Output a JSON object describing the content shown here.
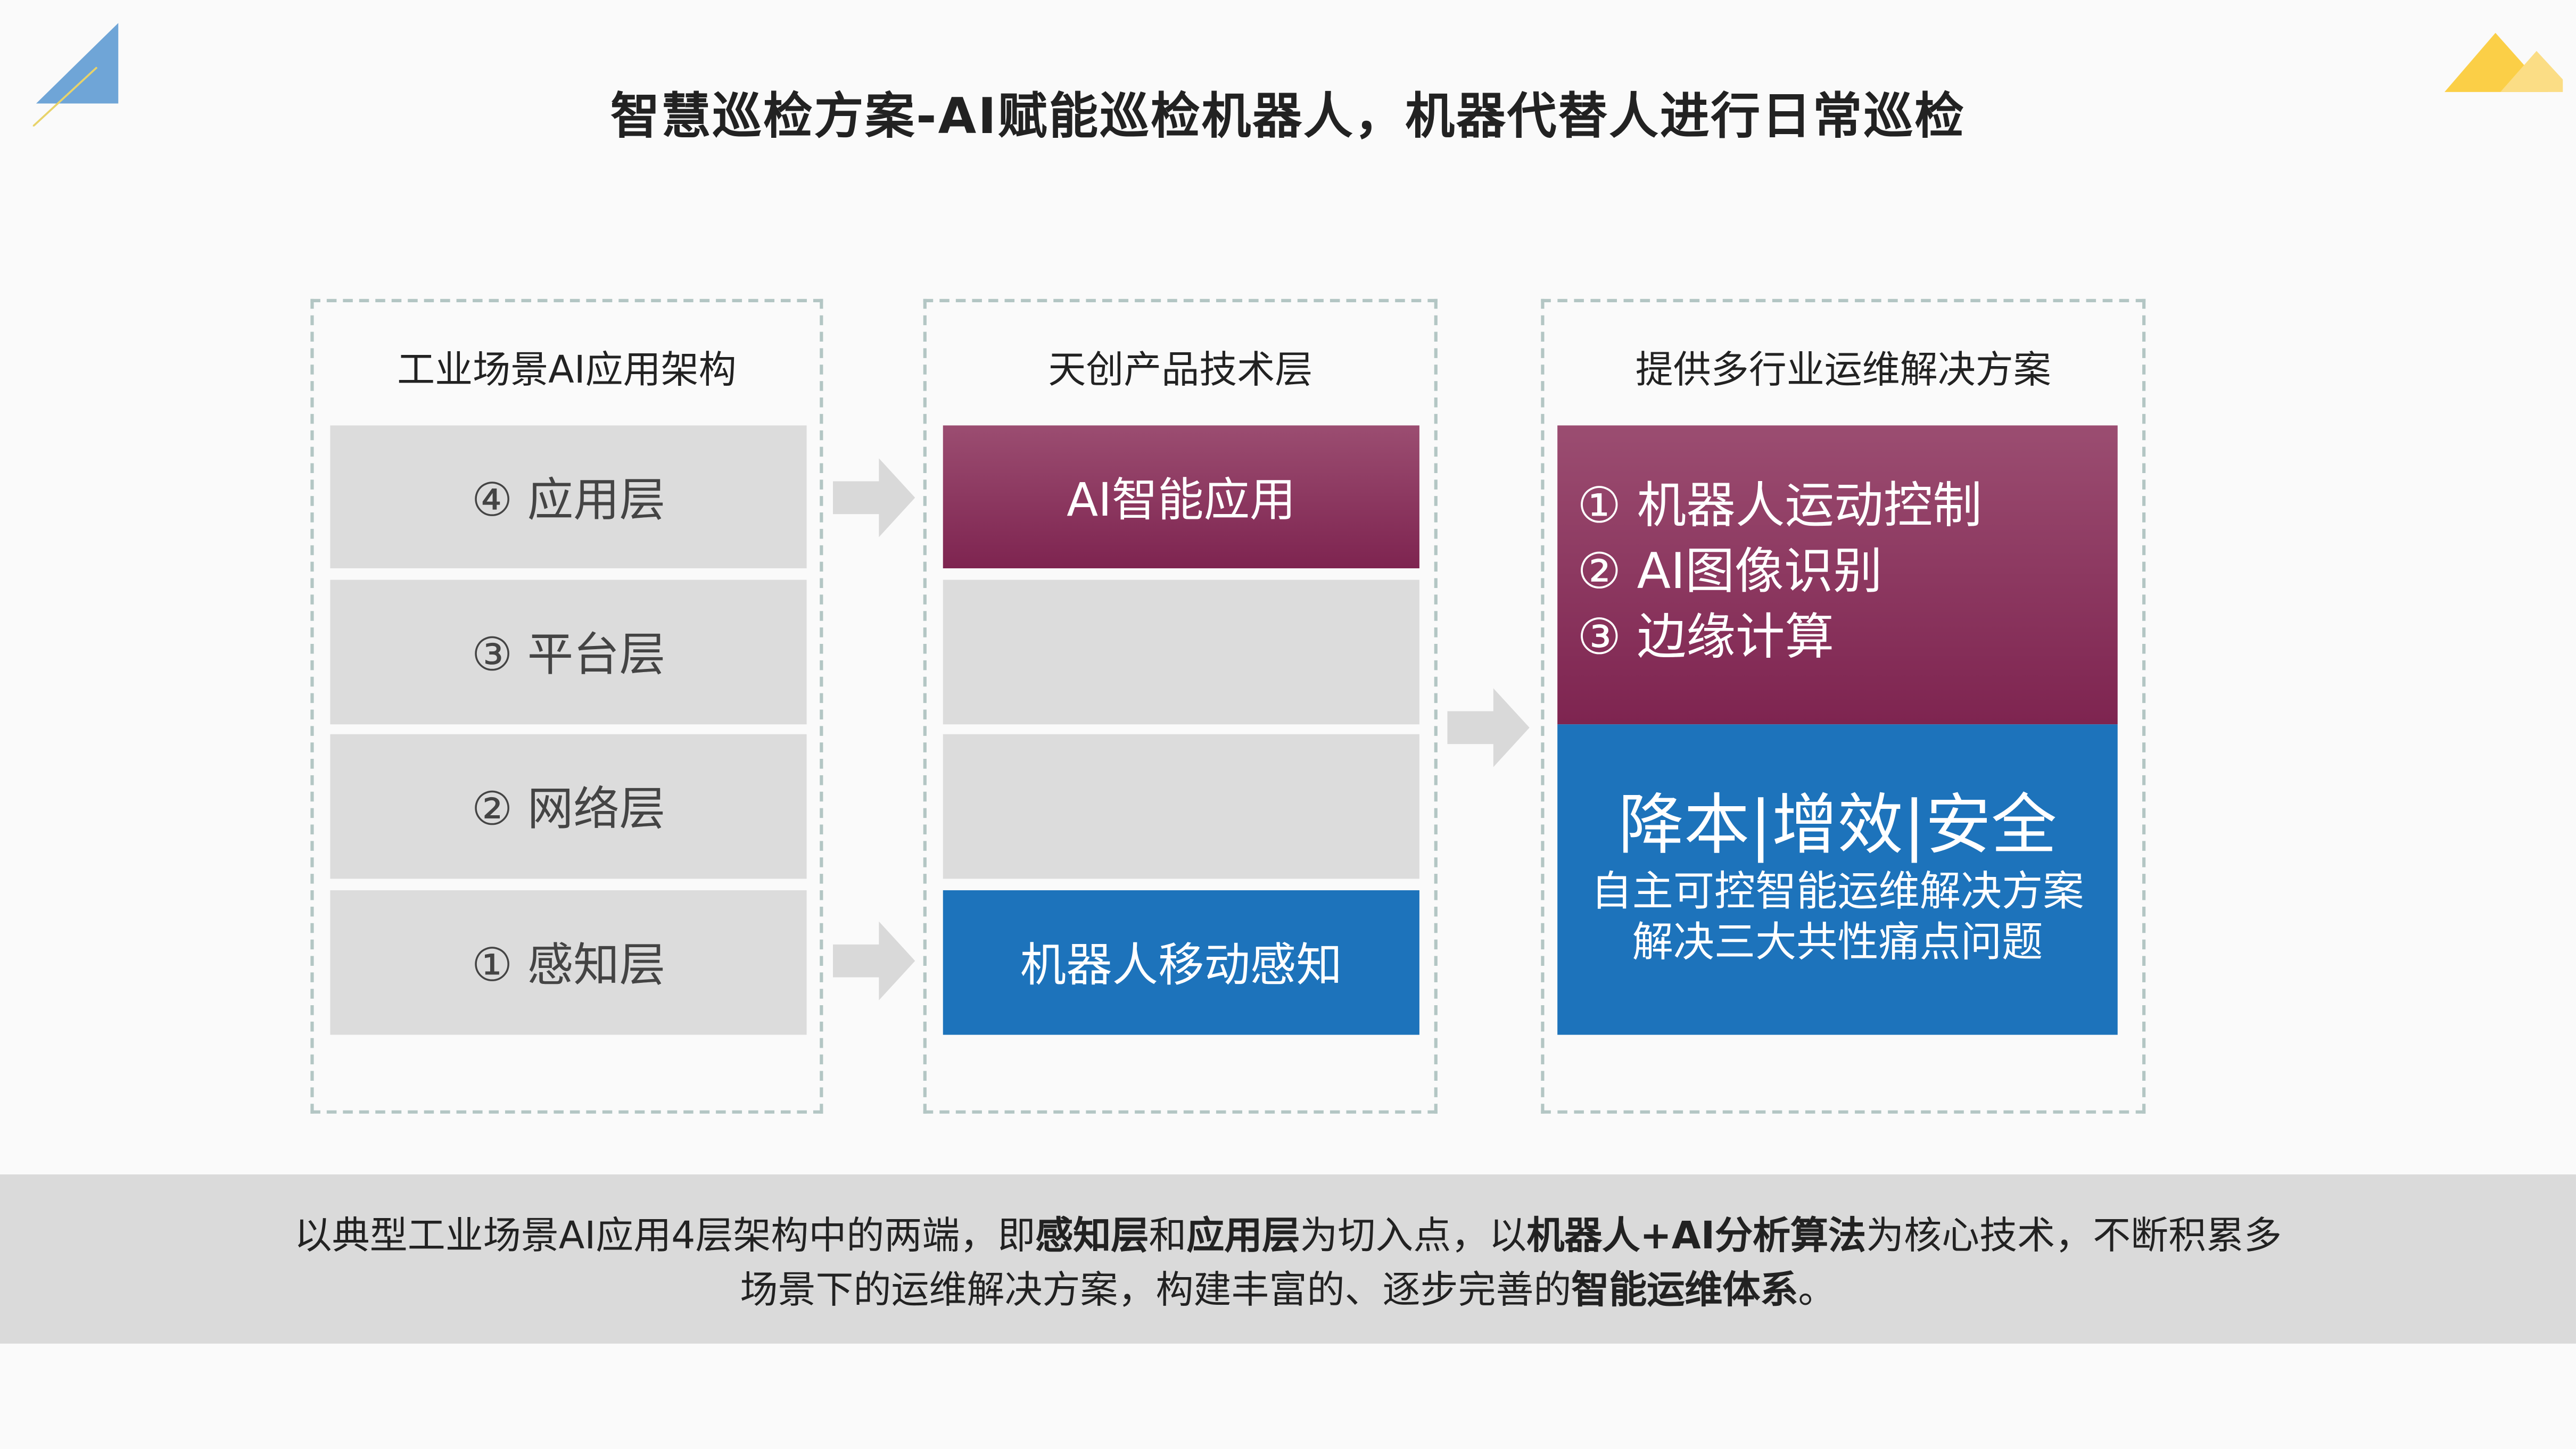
{
  "title": "智慧巡检方案-AI赋能巡检机器人，机器代替人进行日常巡检",
  "col1": {
    "header": "工业场景AI应用架构",
    "items": [
      "④ 应用层",
      "③ 平台层",
      "② 网络层",
      "① 感知层"
    ]
  },
  "col2": {
    "header": "天创产品技术层",
    "items": [
      "AI智能应用",
      "",
      "",
      "机器人移动感知"
    ]
  },
  "col3": {
    "header": "提供多行业运维解决方案",
    "features": [
      "①  机器人运动控制",
      "②  AI图像识别",
      "③  边缘计算"
    ],
    "value_title": "降本|增效|安全",
    "value_lines": [
      "自主可控智能运维解决方案",
      "解决三大共性痛点问题"
    ]
  },
  "summary": {
    "line1": [
      "以典型工业场景AI应用4层架构中的两端，即",
      "感知层",
      "和",
      "应用层",
      "为切入点，以",
      "机器人+AI分析算法",
      "为核心技术，不断积累多"
    ],
    "line2": [
      "场景下的运维解决方案，构建丰富的、逐步完善的",
      "智能运维体系",
      "。"
    ]
  },
  "colors": {
    "maroon": "#8a3560",
    "blue": "#1d73bb",
    "gray": "#dcdcdc"
  }
}
